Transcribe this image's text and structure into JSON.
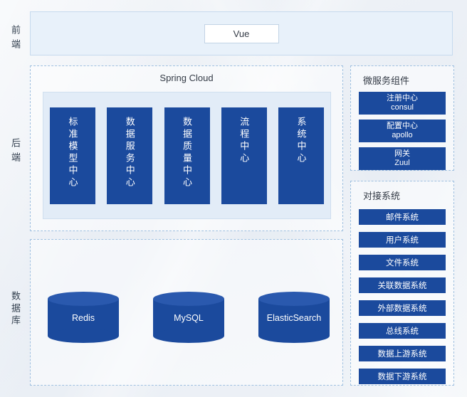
{
  "colors": {
    "primary": "#1b4a9d",
    "panel_border": "#9fc0e0",
    "frontend_bg": "#e8f1fa",
    "backend_inner_bg": "#e2ecf7"
  },
  "side_labels": {
    "frontend": "前端",
    "backend": "后端",
    "database": "数据库"
  },
  "frontend": {
    "node": "Vue"
  },
  "backend": {
    "title": "Spring Cloud",
    "centers": [
      "标准模型中心",
      "数据服务中心",
      "数据质量中心",
      "流程中心",
      "系统中心"
    ]
  },
  "microservices": {
    "title": "微服务组件",
    "items": [
      {
        "line1": "注册中心",
        "line2": "consul"
      },
      {
        "line1": "配置中心",
        "line2": "apollo"
      },
      {
        "line1": "网关",
        "line2": "Zuul"
      }
    ]
  },
  "integration": {
    "title": "对接系统",
    "items": [
      "邮件系统",
      "用户系统",
      "文件系统",
      "关联数据系统",
      "外部数据系统",
      "总线系统",
      "数据上游系统",
      "数据下游系统"
    ]
  },
  "databases": {
    "items": [
      "Redis",
      "MySQL",
      "ElasticSearch"
    ]
  }
}
